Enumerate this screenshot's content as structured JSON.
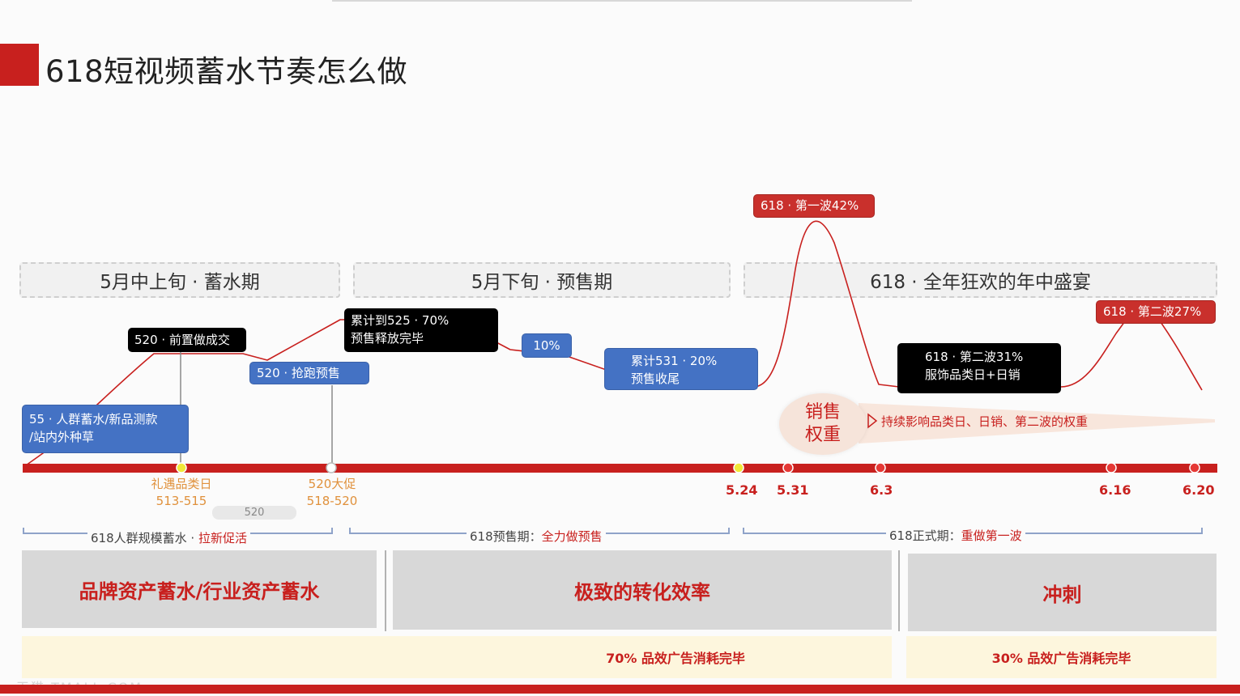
{
  "header": {
    "title": "618短视频蓄水节奏怎么做"
  },
  "phases": [
    {
      "label": "5月中上旬 · 蓄水期"
    },
    {
      "label": "5月下旬 · 预售期"
    },
    {
      "label": "618 · 全年狂欢的年中盛宴"
    }
  ],
  "boxes": {
    "b55": [
      "55 · 人群蓄水/新品测款",
      "/站内外种草"
    ],
    "b520pre": "520 · 前置做成交",
    "b520rush": "520 · 抢跑预售",
    "b525": [
      "累计到525 · 70%",
      "预售释放完毕"
    ],
    "b10": "10%",
    "b531": [
      "累计531 · 20%",
      "预售收尾"
    ],
    "wave1": "618 · 第一波42%",
    "wave2a": [
      "618 · 第二波31%",
      "服饰品类日+日销"
    ],
    "wave2b": "618 · 第二波27%"
  },
  "weight": {
    "circle": [
      "销售",
      "权重"
    ],
    "text": "持续影响品类日、日销、第二波的权重"
  },
  "timeline": {
    "orange_labels": [
      {
        "line1": "礼遇品类日",
        "line2": "513-515"
      },
      {
        "line1": "520大促",
        "line2": "518-520"
      }
    ],
    "tag520": "520",
    "dates": [
      "5.24",
      "5.31",
      "6.3",
      "6.16",
      "6.20"
    ]
  },
  "brackets": [
    {
      "main": "618人群规模蓄水 · ",
      "hl": "拉新促活"
    },
    {
      "main": "618预售期：",
      "hl": "全力做预售"
    },
    {
      "main": "618正式期：",
      "hl": "重做第一波"
    }
  ],
  "panels": [
    "品牌资产蓄水/行业资产蓄水",
    "极致的转化效率",
    "冲刺"
  ],
  "cream": [
    "70% 品效广告消耗完毕",
    "30% 品效广告消耗完毕"
  ],
  "watermark": "天猫 TMALL.COM",
  "colors": {
    "accent_red": "#c8201e",
    "box_blue": "#4472c4",
    "box_black": "#000000",
    "panel_grey": "#d8d8d8",
    "cream": "#fdf6dd",
    "orange": "#e0913c"
  }
}
